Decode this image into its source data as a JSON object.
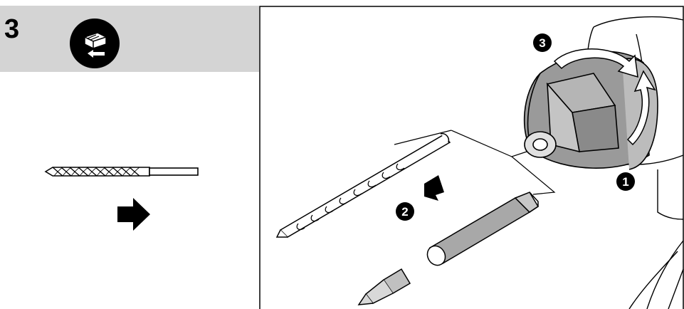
{
  "figure": {
    "step_number": "3",
    "callouts": [
      "1",
      "2",
      "3"
    ]
  },
  "icons": {
    "battery": "battery-remove-icon",
    "arrow": "right-arrow-icon"
  },
  "colors": {
    "header_band": "#d4d4d4",
    "ink": "#000000",
    "chuck_gray": "#9a9a9a"
  }
}
